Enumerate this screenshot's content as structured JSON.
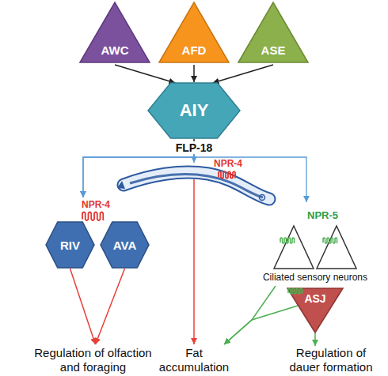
{
  "diagram": {
    "nodes": [
      {
        "text": [
          "AWC"
        ]
      },
      {
        "text": [
          "AFD"
        ]
      },
      {
        "text": [
          "ASE"
        ]
      },
      {
        "text": [
          "AIY"
        ]
      },
      {
        "text": [
          "FLP-18"
        ]
      },
      {
        "text": [
          "RIV"
        ]
      },
      {
        "text": [
          "AVA"
        ]
      },
      {
        "text": [
          "NPR-4"
        ]
      },
      {
        "text": [
          "Ciliated sensory neurons"
        ]
      },
      {
        "text": [
          "ASJ"
        ]
      },
      {
        "text": [
          "Regulation of olfaction and foraging"
        ]
      },
      {
        "text": [
          "Fat accumulation"
        ]
      },
      {
        "text": [
          "Regulation of dauer formation"
        ]
      }
    ],
    "edges": [
      {
        "from": 0,
        "to": 3,
        "arrow": "to"
      },
      {
        "from": 1,
        "to": 3,
        "arrow": "to"
      },
      {
        "from": 2,
        "to": 3,
        "arrow": "to"
      },
      {
        "from": 3,
        "to": 4,
        "arrow": "none"
      },
      {
        "from": 4,
        "to": 5,
        "arrow": "to"
      },
      {
        "from": 4,
        "to": 6,
        "arrow": "to"
      },
      {
        "from": 4,
        "to": 7,
        "arrow": "to"
      },
      {
        "from": 4,
        "to": 8,
        "arrow": "to"
      },
      {
        "from": 5,
        "to": 10,
        "arrow": "to"
      },
      {
        "from": 6,
        "to": 10,
        "arrow": "to"
      },
      {
        "from": 7,
        "to": 11,
        "arrow": "to"
      },
      {
        "from": 8,
        "to": 11,
        "arrow": "to"
      },
      {
        "from": 9,
        "to": 11,
        "arrow": "to"
      },
      {
        "from": 9,
        "to": 12,
        "arrow": "to"
      }
    ],
    "labels": [
      "NPR-4",
      "NPR-5"
    ]
  }
}
